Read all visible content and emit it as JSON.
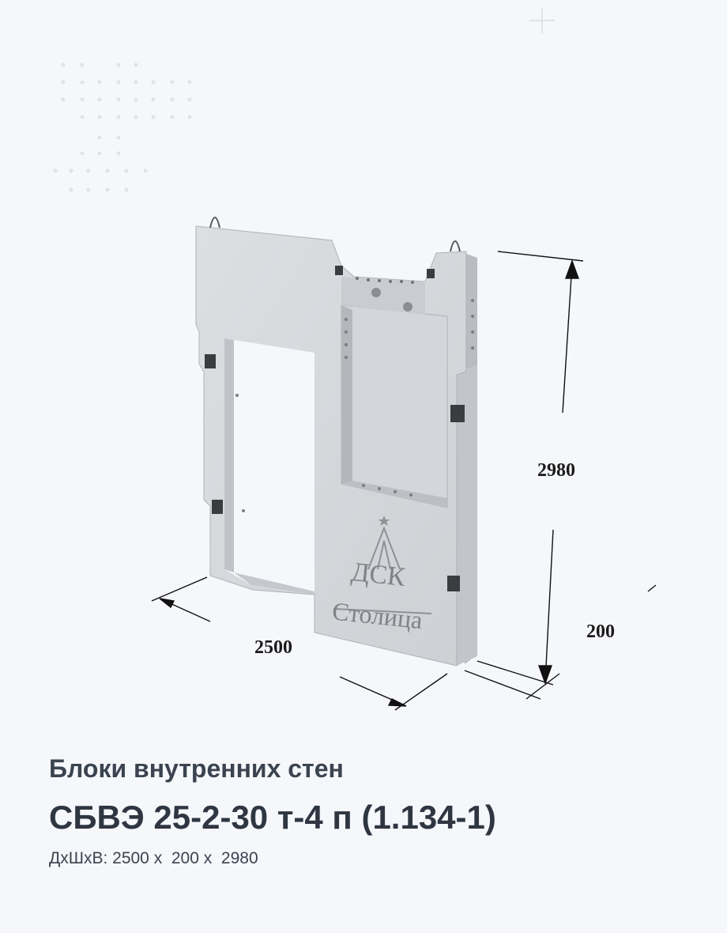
{
  "illustration": {
    "icon": "concrete-wall-block-icon",
    "brand_logo": "dsk-stolitsa-logo",
    "logo_text_line1": "ДСК",
    "logo_text_line2": "Столица",
    "dimension_width": "2500",
    "dimension_height": "2980",
    "dimension_depth": "200"
  },
  "caption": {
    "category": "Блоки внутренних стен",
    "product_name": "СБВЭ 25-2-30 т-4 п (1.134-1)",
    "dimensions_text": "ДхШхВ: 2500 х  200 х  2980"
  },
  "colors": {
    "background": "#f5f7fa",
    "title": "#2f3642",
    "concrete": "#d7dadd",
    "concrete_dark": "#b8bcc0"
  }
}
